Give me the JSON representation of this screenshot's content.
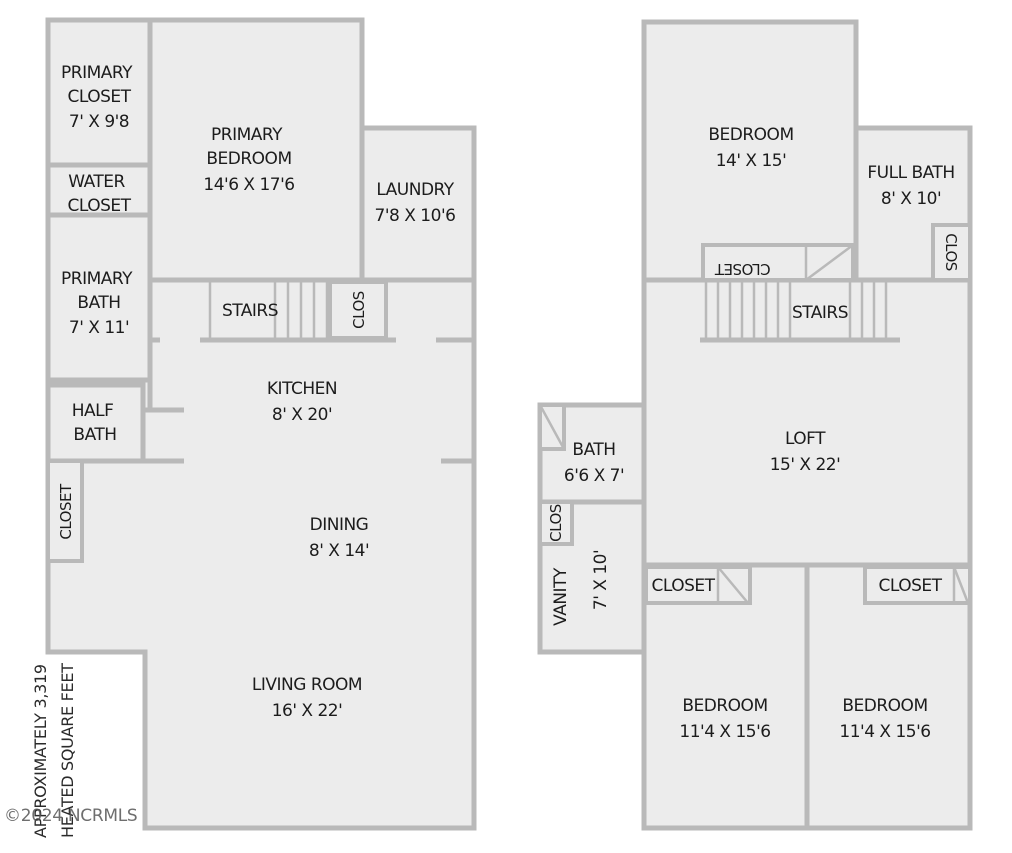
{
  "first_floor": {
    "primary_closet": {
      "name": "PRIMARY\nCLOSET",
      "dims": "7' X 9'8"
    },
    "primary_bedroom": {
      "name": "PRIMARY\nBEDROOM",
      "dims": "14'6 X 17'6"
    },
    "water_closet": {
      "name": "WATER\nCLOSET"
    },
    "laundry": {
      "name": "LAUNDRY",
      "dims": "7'8 X 10'6"
    },
    "primary_bath": {
      "name": "PRIMARY\nBATH",
      "dims": "7' X 11'"
    },
    "stairs": "STAIRS",
    "clos": "CLOS",
    "kitchen": {
      "name": "KITCHEN",
      "dims": "8' X 20'"
    },
    "half_bath": {
      "name": "HALF\nBATH"
    },
    "closet": "CLOSET",
    "dining": {
      "name": "DINING",
      "dims": "8' X 14'"
    },
    "living_room": {
      "name": "LIVING ROOM",
      "dims": "16' X 22'"
    }
  },
  "second_floor": {
    "bedroom_top": {
      "name": "BEDROOM",
      "dims": "14' X 15'"
    },
    "full_bath": {
      "name": "FULL BATH",
      "dims": "8' X 10'"
    },
    "closet_top": "CLOSET",
    "clos_right": "CLOS",
    "stairs": "STAIRS",
    "bath": {
      "name": "BATH",
      "dims": "6'6 X 7'"
    },
    "loft": {
      "name": "LOFT",
      "dims": "15' X 22'"
    },
    "clos_left": "CLOS",
    "vanity": {
      "name": "VANITY",
      "dims": "7' X 10'"
    },
    "closet_left": "CLOSET",
    "closet_right": "CLOSET",
    "bedroom_left": {
      "name": "BEDROOM",
      "dims": "11'4 X 15'6"
    },
    "bedroom_right": {
      "name": "BEDROOM",
      "dims": "11'4 X 15'6"
    }
  },
  "footer": {
    "sqft_line1": "APPROXIMATELY 3,319",
    "sqft_line2": "HEATED SQUARE FEET",
    "copyright": "©2024 NCRMLS"
  }
}
